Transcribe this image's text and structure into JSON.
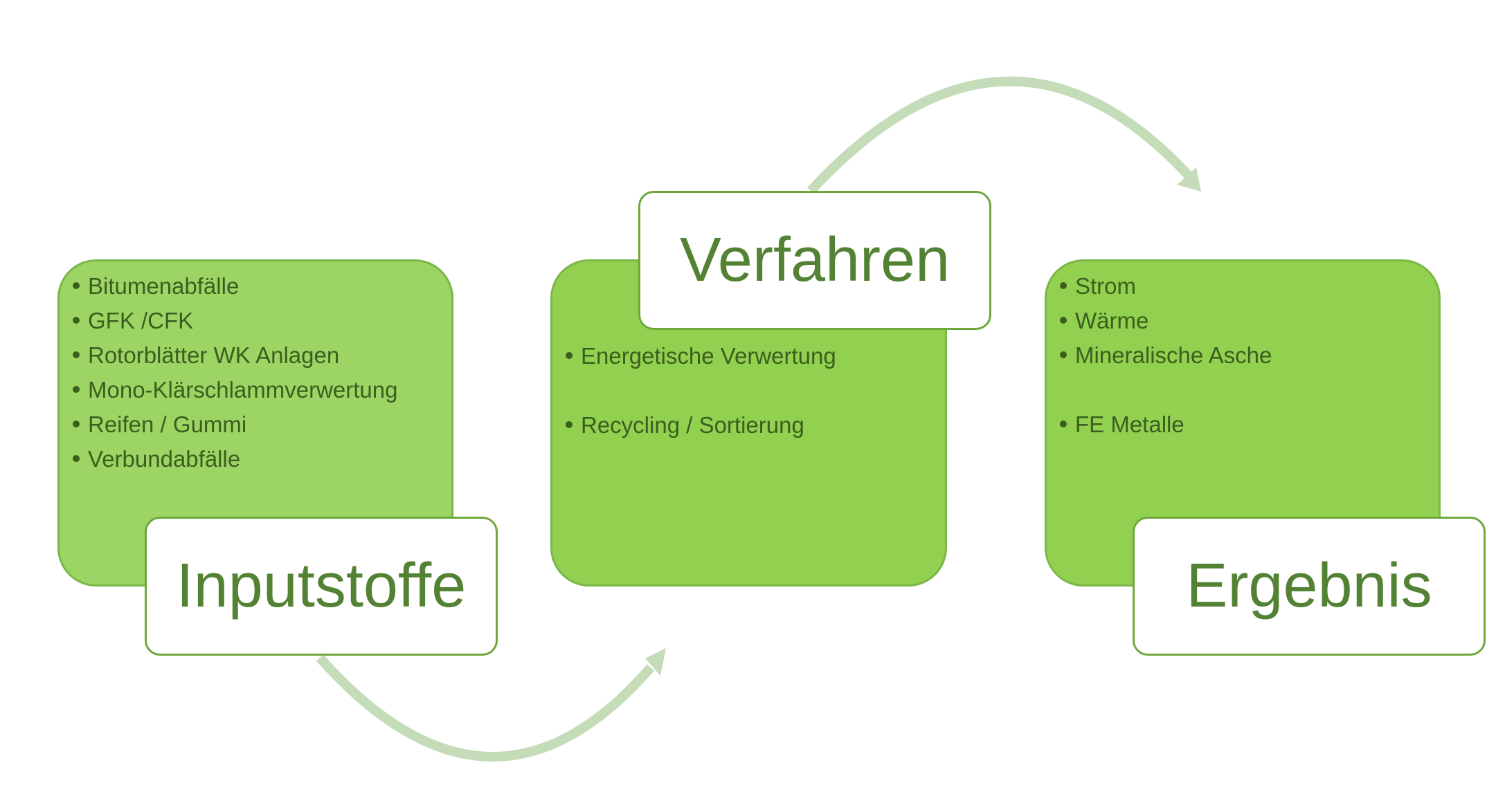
{
  "stages": [
    {
      "title": "Inputstoffe",
      "items": [
        "Bitumenabfälle",
        "GFK /CFK",
        "Rotorblätter WK Anlagen",
        "Mono-Klärschlammverwertung",
        "Reifen / Gummi",
        "Verbundabfälle"
      ]
    },
    {
      "title": "Verfahren",
      "items": [
        "Energetische Verwertung",
        "Recycling / Sortierung"
      ]
    },
    {
      "title": "Ergebnis",
      "items": [
        "Strom",
        "Wärme",
        "Mineralische Asche",
        "FE Metalle"
      ]
    }
  ],
  "colors": {
    "box_fill": "#92d050",
    "title_text": "#548235",
    "arrow": "#c5dcb8"
  }
}
